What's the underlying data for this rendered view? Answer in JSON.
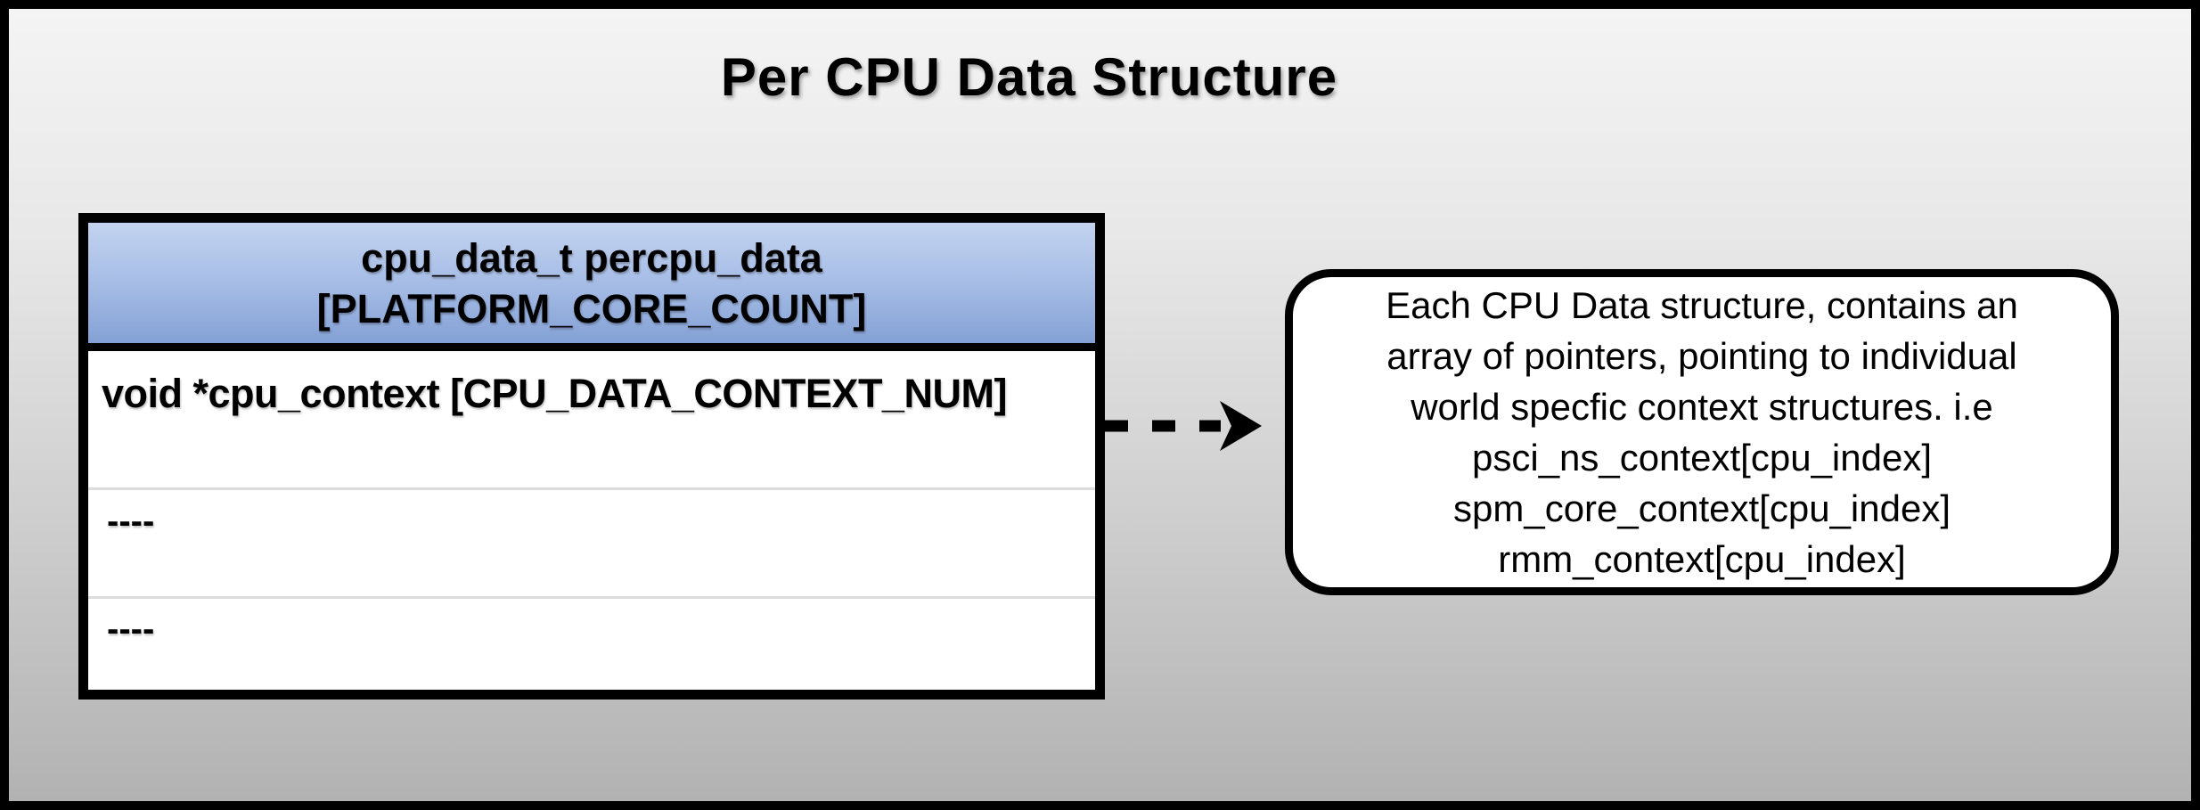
{
  "diagram": {
    "title": "Per CPU Data Structure",
    "table": {
      "header": [
        "cpu_data_t percpu_data",
        "[PLATFORM_CORE_COUNT]"
      ],
      "rows": [
        "void *cpu_context [CPU_DATA_CONTEXT_NUM]",
        "----",
        "----"
      ]
    },
    "arrow": {
      "style": "dashed",
      "direction": "right"
    },
    "callout": {
      "lines": [
        "Each CPU Data structure, contains an",
        "array of pointers, pointing to individual",
        "world specfic context structures. i.e",
        "psci_ns_context[cpu_index]",
        "spm_core_context[cpu_index]",
        "rmm_context[cpu_index]"
      ]
    },
    "colors": {
      "bg_top": "#f4f4f4",
      "bg_bottom": "#b2b2b2",
      "frame_border": "#000000",
      "header_top": "#c3d3ef",
      "header_mid": "#a9bfe7",
      "header_bottom": "#84a1d5",
      "table_divider": "#dcdcdc",
      "box_bg": "#ffffff",
      "text": "#000000"
    }
  }
}
